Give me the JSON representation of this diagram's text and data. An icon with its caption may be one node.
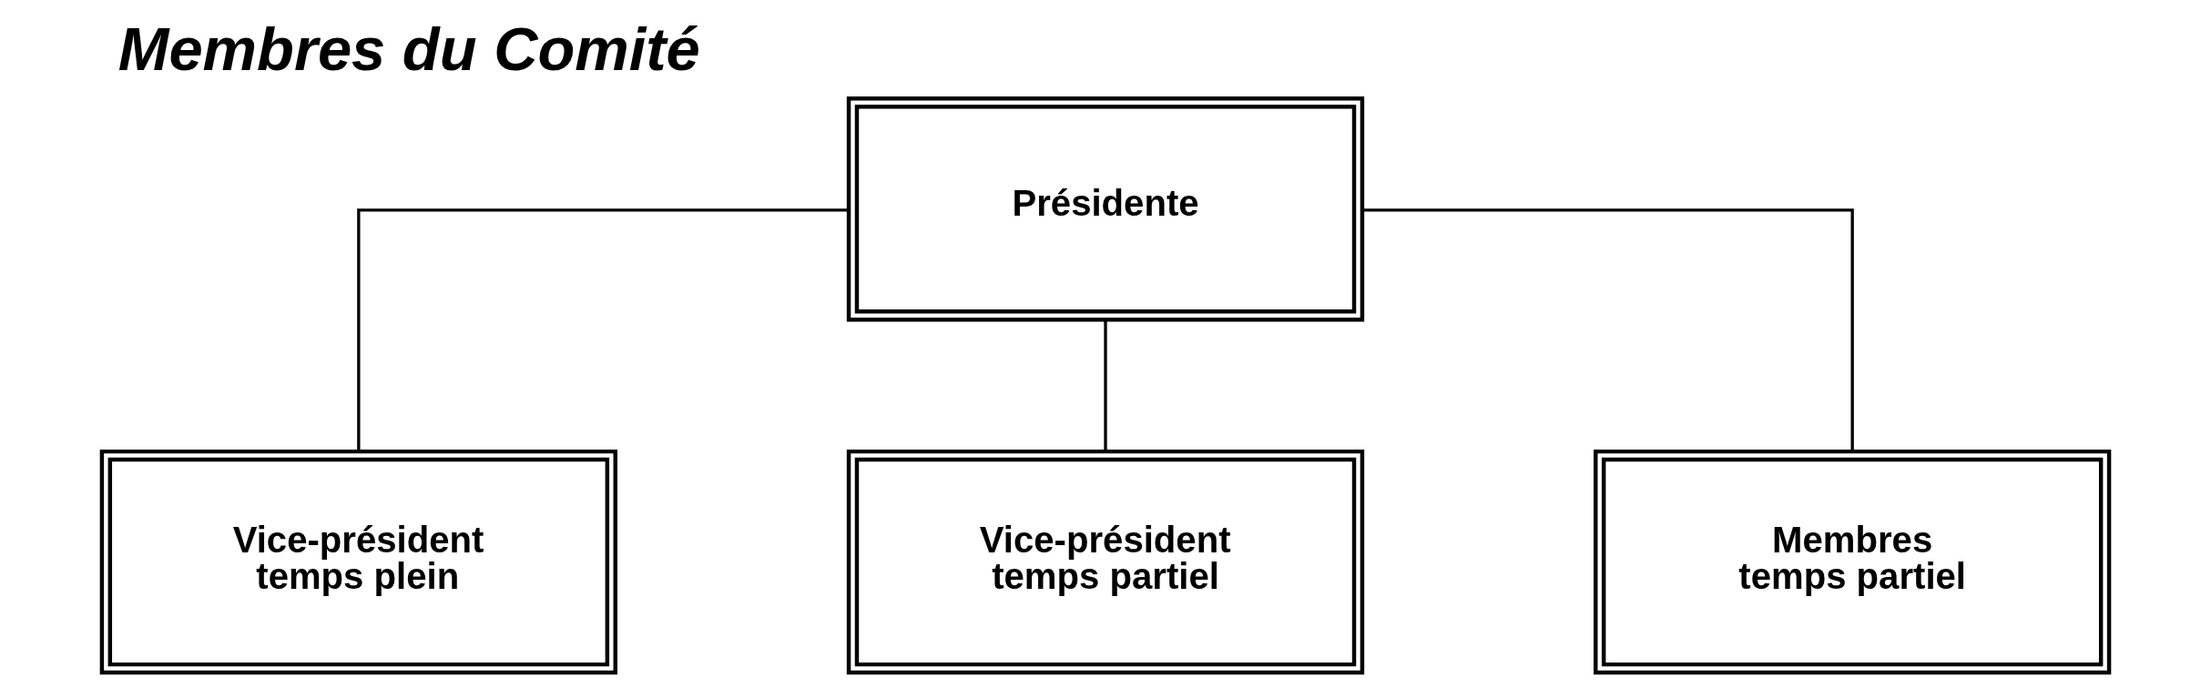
{
  "diagram": {
    "title": "Membres du Comité",
    "nodes": [
      {
        "text": [
          "Présidente"
        ]
      },
      {
        "text": [
          "Vice-président temps plein"
        ]
      },
      {
        "text": [
          "Vice-président temps partiel"
        ]
      },
      {
        "text": [
          "Membres temps partiel"
        ]
      }
    ],
    "edges": [
      {
        "from": 0,
        "to": 1,
        "arrow": "none"
      },
      {
        "from": 0,
        "to": 2,
        "arrow": "none"
      },
      {
        "from": 0,
        "to": 3,
        "arrow": "none"
      }
    ]
  }
}
